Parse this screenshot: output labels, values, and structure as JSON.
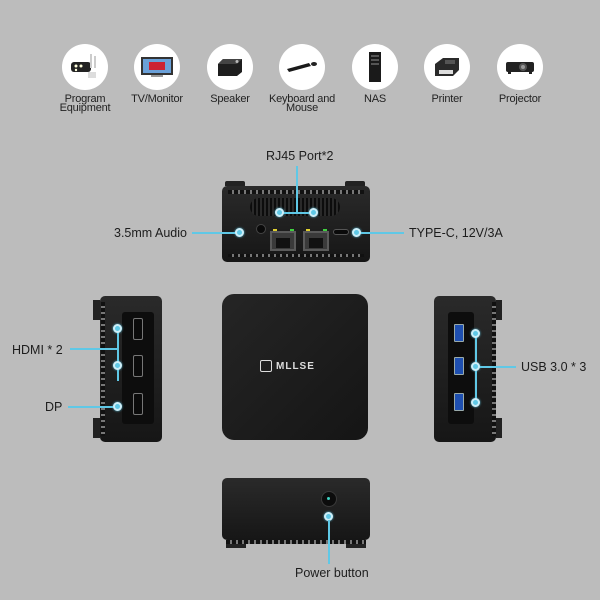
{
  "devices": [
    {
      "label_line1": "Program",
      "label_line2": "Equipment",
      "icon": "security-camera-icon"
    },
    {
      "label_line1": "TV/Monitor",
      "label_line2": "",
      "icon": "tv-monitor-icon"
    },
    {
      "label_line1": "Speaker",
      "label_line2": "",
      "icon": "speaker-icon"
    },
    {
      "label_line1": "Keyboard and",
      "label_line2": "Mouse",
      "icon": "keyboard-mouse-icon"
    },
    {
      "label_line1": "NAS",
      "label_line2": "",
      "icon": "nas-icon"
    },
    {
      "label_line1": "Printer",
      "label_line2": "",
      "icon": "printer-icon"
    },
    {
      "label_line1": "Projector",
      "label_line2": "",
      "icon": "projector-icon"
    }
  ],
  "callouts": {
    "rj45": "RJ45 Port*2",
    "audio": "3.5mm Audio",
    "typec": "TYPE-C, 12V/3A",
    "hdmi": "HDMI * 2",
    "dp": "DP",
    "usb": "USB 3.0 * 3",
    "power": "Power button"
  },
  "brand": {
    "logo_text": "MLLSE"
  },
  "colors": {
    "background": "#bcbcbc",
    "accent_line": "#5fc8e6",
    "device_body": "#1c1c1c",
    "usb_blue": "#1e4fb0"
  }
}
